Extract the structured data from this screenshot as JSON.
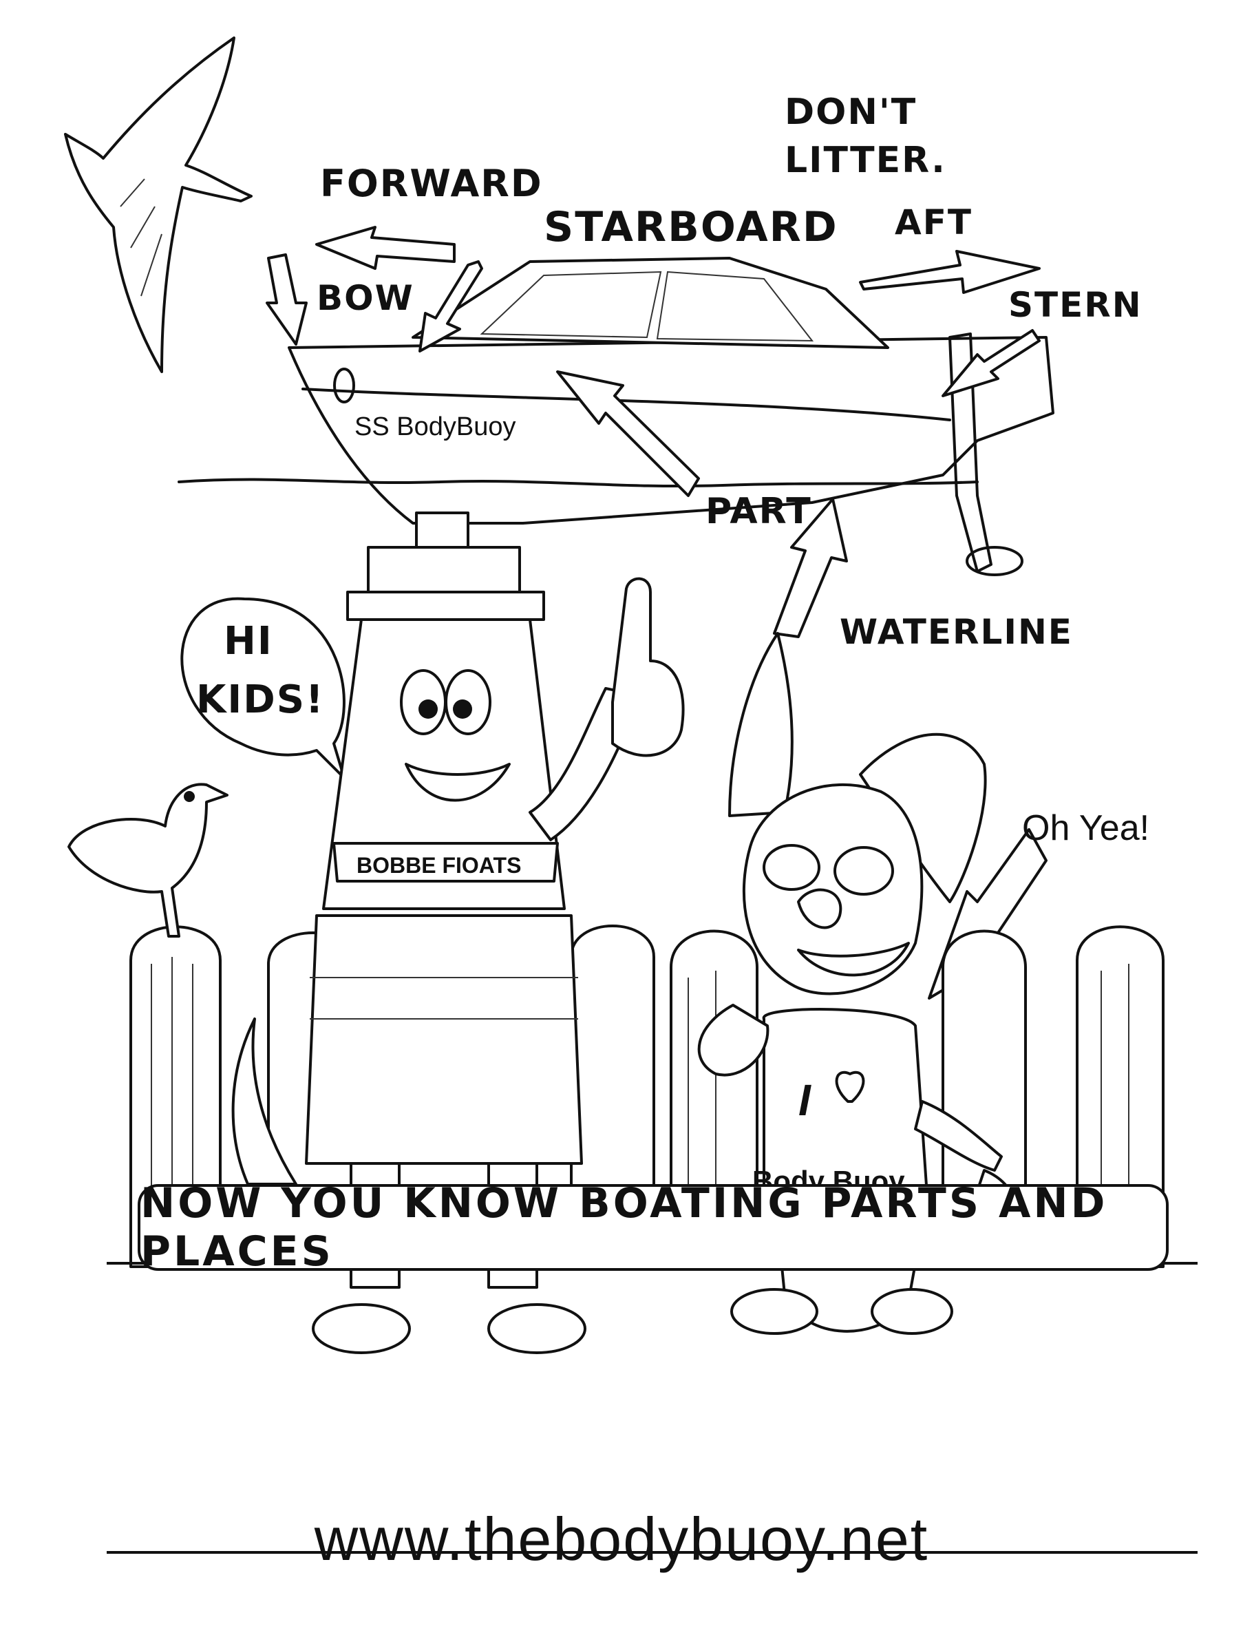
{
  "labels": {
    "forward": "FORWARD",
    "starboard": "STARBOARD",
    "dont_litter_1": "DON'T",
    "dont_litter_2": "LITTER.",
    "aft": "AFT",
    "bow": "BOW",
    "stern": "STERN",
    "part": "PART",
    "waterline": "WATERLINE"
  },
  "boat_name": "SS BodyBuoy",
  "speech_bubble": {
    "line1": "HI",
    "line2": "KIDS!"
  },
  "buoy_character": {
    "name_band": "BOBBE FIOATS"
  },
  "dog_character": {
    "shout": "Oh Yea!",
    "shirt_line1": "I",
    "shirt_line2": "Body Buoy"
  },
  "caption": "NOW YOU KNOW BOATING PARTS AND PLACES",
  "website": "www.thebodybuoy.net",
  "colors": {
    "ink": "#111111",
    "paper": "#ffffff"
  },
  "icons": [
    "seagull-flying-icon",
    "seagull-perched-icon",
    "heart-icon"
  ]
}
